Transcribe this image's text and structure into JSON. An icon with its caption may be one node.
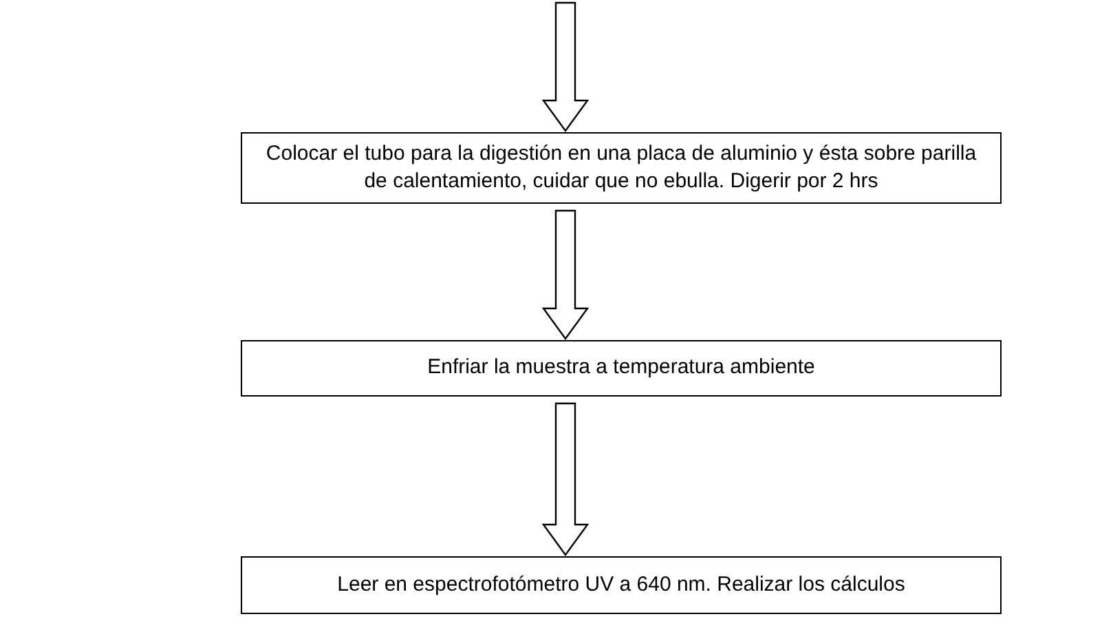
{
  "diagram": {
    "nodes": [
      {
        "text": [
          "Colocar el tubo para la digestión en una placa de aluminio y ésta sobre parilla de calentamiento, cuidar que no ebulla. Digerir por 2 hrs"
        ]
      },
      {
        "text": [
          "Enfriar la muestra a temperatura ambiente"
        ]
      },
      {
        "text": [
          "Leer en espectrofotómetro UV a 640 nm. Realizar los cálculos"
        ]
      }
    ],
    "edges": [
      {
        "from": null,
        "to": 0,
        "arrow": "to"
      },
      {
        "from": 0,
        "to": 1,
        "arrow": "to"
      },
      {
        "from": 1,
        "to": 2,
        "arrow": "to"
      }
    ]
  }
}
